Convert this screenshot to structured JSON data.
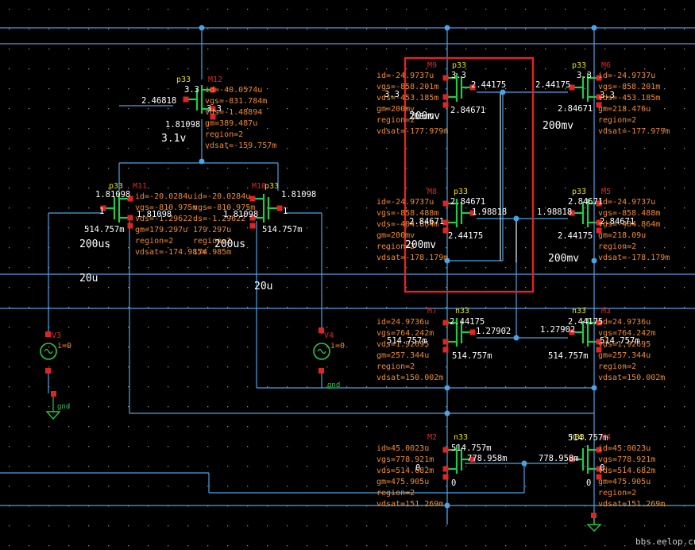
{
  "app": {
    "watermark": "bbs.eelop.cn"
  },
  "colors": {
    "background": "#000000",
    "wire": "#4aa3e6",
    "device": "#25c84a",
    "pin": "#e02424",
    "param": "#f08a2c",
    "model": "#e8e000",
    "node": "#ffffff",
    "selection": "#e02424"
  },
  "sources": [
    {
      "id": "v3",
      "name": "V3",
      "param": "i=0"
    },
    {
      "id": "v4",
      "name": "V4",
      "param": "i=0"
    }
  ],
  "grounds": [
    {
      "id": "gnd1",
      "label": "gnd"
    },
    {
      "id": "gnd2",
      "label": "gnd"
    }
  ],
  "annotations": [
    {
      "id": "a31v",
      "text": "3.1v"
    },
    {
      "id": "a200us1",
      "text": "200us"
    },
    {
      "id": "a200us2",
      "text": "200us"
    },
    {
      "id": "a20u1",
      "text": "20u"
    },
    {
      "id": "a20u2",
      "text": "20u"
    },
    {
      "id": "a200mv1",
      "text": "200mv"
    },
    {
      "id": "a200mv2",
      "text": "200mv"
    },
    {
      "id": "a200mv3",
      "text": "200mv"
    },
    {
      "id": "a200mv4",
      "text": "200mv"
    }
  ],
  "transistors": [
    {
      "id": "m12",
      "name": "M12",
      "model": "p33",
      "params": [
        "id=-40.0574u",
        "vgs=-831.784m",
        "vds=-1.48894",
        "gm=389.487u",
        "region=2",
        "vdsat=-159.757m"
      ],
      "nodes": [
        "3.3",
        "2.46818",
        "3.3",
        "1.81098"
      ]
    },
    {
      "id": "m11",
      "name": "M11",
      "model": "p33",
      "params": [
        "id=-20.0284u",
        "vgs=-810.975m",
        "vds=-1.29622",
        "gm=179.297u",
        "region=2",
        "vdsat=-174.985m"
      ],
      "nodes": [
        "1.81098",
        "1",
        "1.81098",
        "514.757m"
      ]
    },
    {
      "id": "m10",
      "name": "M10",
      "model": "p33",
      "params": [
        "id=-20.0284u",
        "vgs=-810.975m",
        "ds=-1.29622",
        "179.297u",
        "region=2",
        "174.985m"
      ],
      "nodes": [
        "1.81098",
        "1",
        "1.81098",
        "514.757m"
      ]
    },
    {
      "id": "m9",
      "name": "M9",
      "model": "p33",
      "params": [
        "id=-24.9737u",
        "vgs=-858.201m",
        "vds=-453.185m",
        "gm=200mv",
        "region=2",
        "vdsat=-177.979m"
      ],
      "nodes": [
        "3.3",
        "3.3",
        "2.44175",
        "2.84671",
        "200mv"
      ]
    },
    {
      "id": "m8",
      "name": "M8",
      "model": "p33",
      "params": [
        "id=-24.9737u",
        "vgs=-858.488m",
        "vds=-404.864m",
        "gm=200mv",
        "region=2",
        "vdsat=-178.179m"
      ],
      "nodes": [
        "2.84671",
        "2.84671",
        "1.98818",
        "2.44175"
      ]
    },
    {
      "id": "m7",
      "name": "M7",
      "model": "n33",
      "params": [
        "id=24.9736u",
        "vgs=764.242m",
        "vds=1.92695",
        "gm=257.344u",
        "region=2",
        "vdsat=150.002m"
      ],
      "nodes": [
        "2.44175",
        "514.757m",
        "1.27902",
        "514.757m"
      ]
    },
    {
      "id": "m2",
      "name": "M2",
      "model": "n33",
      "params": [
        "id=45.0023u",
        "vgs=778.921m",
        "vds=514.682m",
        "gm=475.905u",
        "region=2",
        "vdsat=151.269m"
      ],
      "nodes": [
        "514.757m",
        "0",
        "778.958m",
        "0"
      ]
    },
    {
      "id": "m6",
      "name": "M6",
      "model": "p33",
      "params": [
        "id=-24.9737u",
        "vgs=-858.201m",
        "vds=-453.185m",
        "gm=218.476u",
        "region=2",
        "vdsat=-177.979m"
      ],
      "nodes": [
        "3.3",
        "2.44175",
        "3.3",
        "2.84671"
      ]
    },
    {
      "id": "m5",
      "name": "M5",
      "model": "p33",
      "params": [
        "id=-24.9737u",
        "vgs=-858.488m",
        "vds=-404.864m",
        "gm=218.09u",
        "region=2",
        "vdsat=-178.179m"
      ],
      "nodes": [
        "2.84671",
        "1.98818",
        "2.84671",
        "2.44175"
      ]
    },
    {
      "id": "m3",
      "name": "M3",
      "model": "n33",
      "params": [
        "id=24.9736u",
        "vgs=764.242m",
        "vds=1.92695",
        "gm=257.344u",
        "region=2",
        "vdsat=150.002m"
      ],
      "nodes": [
        "2.44175",
        "1.27902",
        "514.757m",
        "514.757m"
      ]
    },
    {
      "id": "m4",
      "name": "M4",
      "model": "n33",
      "params": [
        "id=45.0023u",
        "vgs=778.921m",
        "vds=514.682m",
        "gm=475.905u",
        "region=2",
        "vdsat=151.269m"
      ],
      "nodes": [
        "514.757m",
        "778.958m",
        "0",
        "0"
      ]
    }
  ]
}
